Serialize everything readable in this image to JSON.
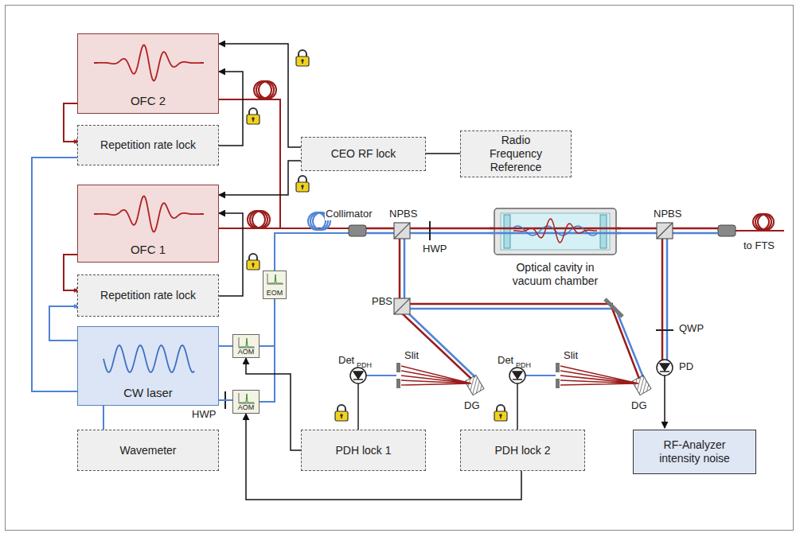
{
  "diagram": {
    "nodes": [
      {
        "text": [
          "OFC 2"
        ]
      },
      {
        "text": [
          "Repetition rate lock"
        ]
      },
      {
        "text": [
          "CEO RF lock"
        ]
      },
      {
        "text": [
          "Radio Frequency Reference"
        ]
      },
      {
        "text": [
          "OFC 1"
        ]
      },
      {
        "text": [
          "Repetition rate lock"
        ]
      },
      {
        "text": [
          "CW laser"
        ]
      },
      {
        "text": [
          "Wavemeter"
        ]
      },
      {
        "text": [
          "EOM"
        ]
      },
      {
        "text": [
          "AOM"
        ]
      },
      {
        "text": [
          "AOM"
        ]
      },
      {
        "text": [
          "PDH lock 1"
        ]
      },
      {
        "text": [
          "PDH lock 2"
        ]
      },
      {
        "text": [
          "RF-Analyzer intensity noise"
        ]
      },
      {
        "text": [
          "Optical cavity in vacuum chamber"
        ]
      }
    ],
    "edges": [
      {
        "from": 2,
        "to": 0,
        "arrow": "to"
      },
      {
        "from": 2,
        "to": 4,
        "arrow": "to"
      },
      {
        "from": 2,
        "to": 3,
        "arrow": "none"
      },
      {
        "from": 1,
        "to": 0,
        "arrow": "to"
      },
      {
        "from": 0,
        "to": 1,
        "arrow": "none"
      },
      {
        "from": 5,
        "to": 4,
        "arrow": "to"
      },
      {
        "from": 4,
        "to": 5,
        "arrow": "none"
      },
      {
        "from": 6,
        "to": 1,
        "arrow": "none"
      },
      {
        "from": 6,
        "to": 5,
        "arrow": "none"
      },
      {
        "from": 6,
        "to": 7,
        "arrow": "none"
      },
      {
        "from": 6,
        "to": 9,
        "arrow": "none"
      },
      {
        "from": 6,
        "to": 10,
        "arrow": "none"
      },
      {
        "from": 9,
        "to": 8,
        "arrow": "none"
      },
      {
        "from": 10,
        "to": 8,
        "arrow": "none"
      },
      {
        "from": 11,
        "to": 9,
        "arrow": "to"
      },
      {
        "from": 12,
        "to": 10,
        "arrow": "to"
      }
    ],
    "labels": [
      "Collimator",
      "NPBS",
      "HWP",
      "NPBS",
      "to FTS",
      "PBS",
      "Det",
      "PDH",
      "Slit",
      "DG",
      "Det",
      "PDH",
      "Slit",
      "DG",
      "QWP",
      "PD",
      "HWP"
    ]
  }
}
